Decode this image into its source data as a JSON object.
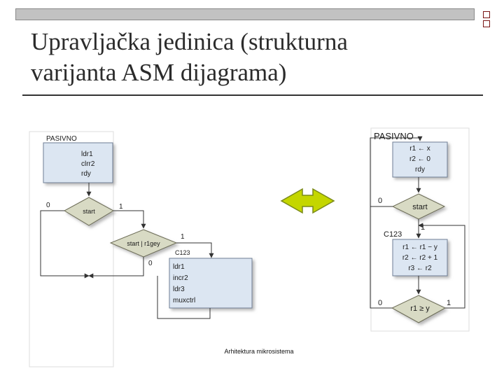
{
  "slide": {
    "title_line1": "Upravljačka jedinica (strukturna",
    "title_line2": "varijanta ASM dijagrama)",
    "footer": "Arhitektura mikrosistema"
  },
  "colors": {
    "box_fill": "#dce6f2",
    "diamond_fill": "#d8dac4",
    "arrow_fill": "#c4d600",
    "arrow_stroke": "#7a8a1a",
    "title_text": "#2b2b2b"
  },
  "left_diagram": {
    "state1_label": "PASIVNO",
    "state1_outputs": [
      "ldr1",
      "clrr2",
      "rdy"
    ],
    "decision1": "start",
    "decision1_false": "0",
    "decision1_true": "1",
    "decision2": "start | r1gey",
    "decision2_true": "1",
    "decision2_false": "0",
    "state2_label": "C123",
    "state2_outputs": [
      "ldr1",
      "incr2",
      "ldr3",
      "muxctrl"
    ]
  },
  "right_diagram": {
    "state1_label": "PASIVNO",
    "state1_ops": [
      "r1 ← x",
      "r2 ← 0",
      "rdy"
    ],
    "decision1": "start",
    "decision1_false": "0",
    "decision1_true": "1",
    "state2_label": "C123",
    "state2_ops": [
      "r1 ← r1 − y",
      "r2 ← r2 + 1",
      "r3 ← r2"
    ],
    "decision2": "r1 ≥ y",
    "decision2_false": "0",
    "decision2_true": "1"
  }
}
